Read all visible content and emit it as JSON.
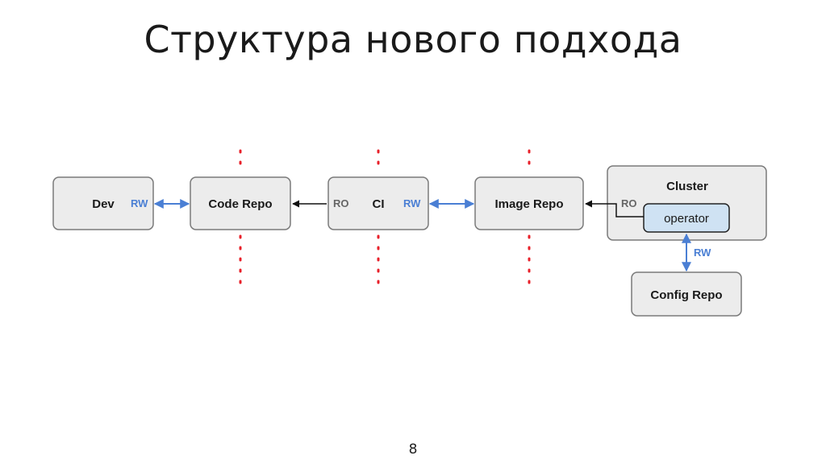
{
  "title": "Структура нового подхода",
  "page_number": "8",
  "colors": {
    "box_fill": "#ececec",
    "operator_fill": "#cfe2f3",
    "rw_accent": "#4a7fd4",
    "separator": "#e8202a"
  },
  "nodes": {
    "dev": "Dev",
    "code_repo": "Code Repo",
    "ci": "CI",
    "image_repo": "Image Repo",
    "cluster": "Cluster",
    "operator": "operator",
    "config_repo": "Config Repo"
  },
  "access_labels": {
    "dev_rw": "RW",
    "ci_ro": "RO",
    "ci_rw": "RW",
    "cluster_ro": "RO",
    "config_rw": "RW"
  }
}
